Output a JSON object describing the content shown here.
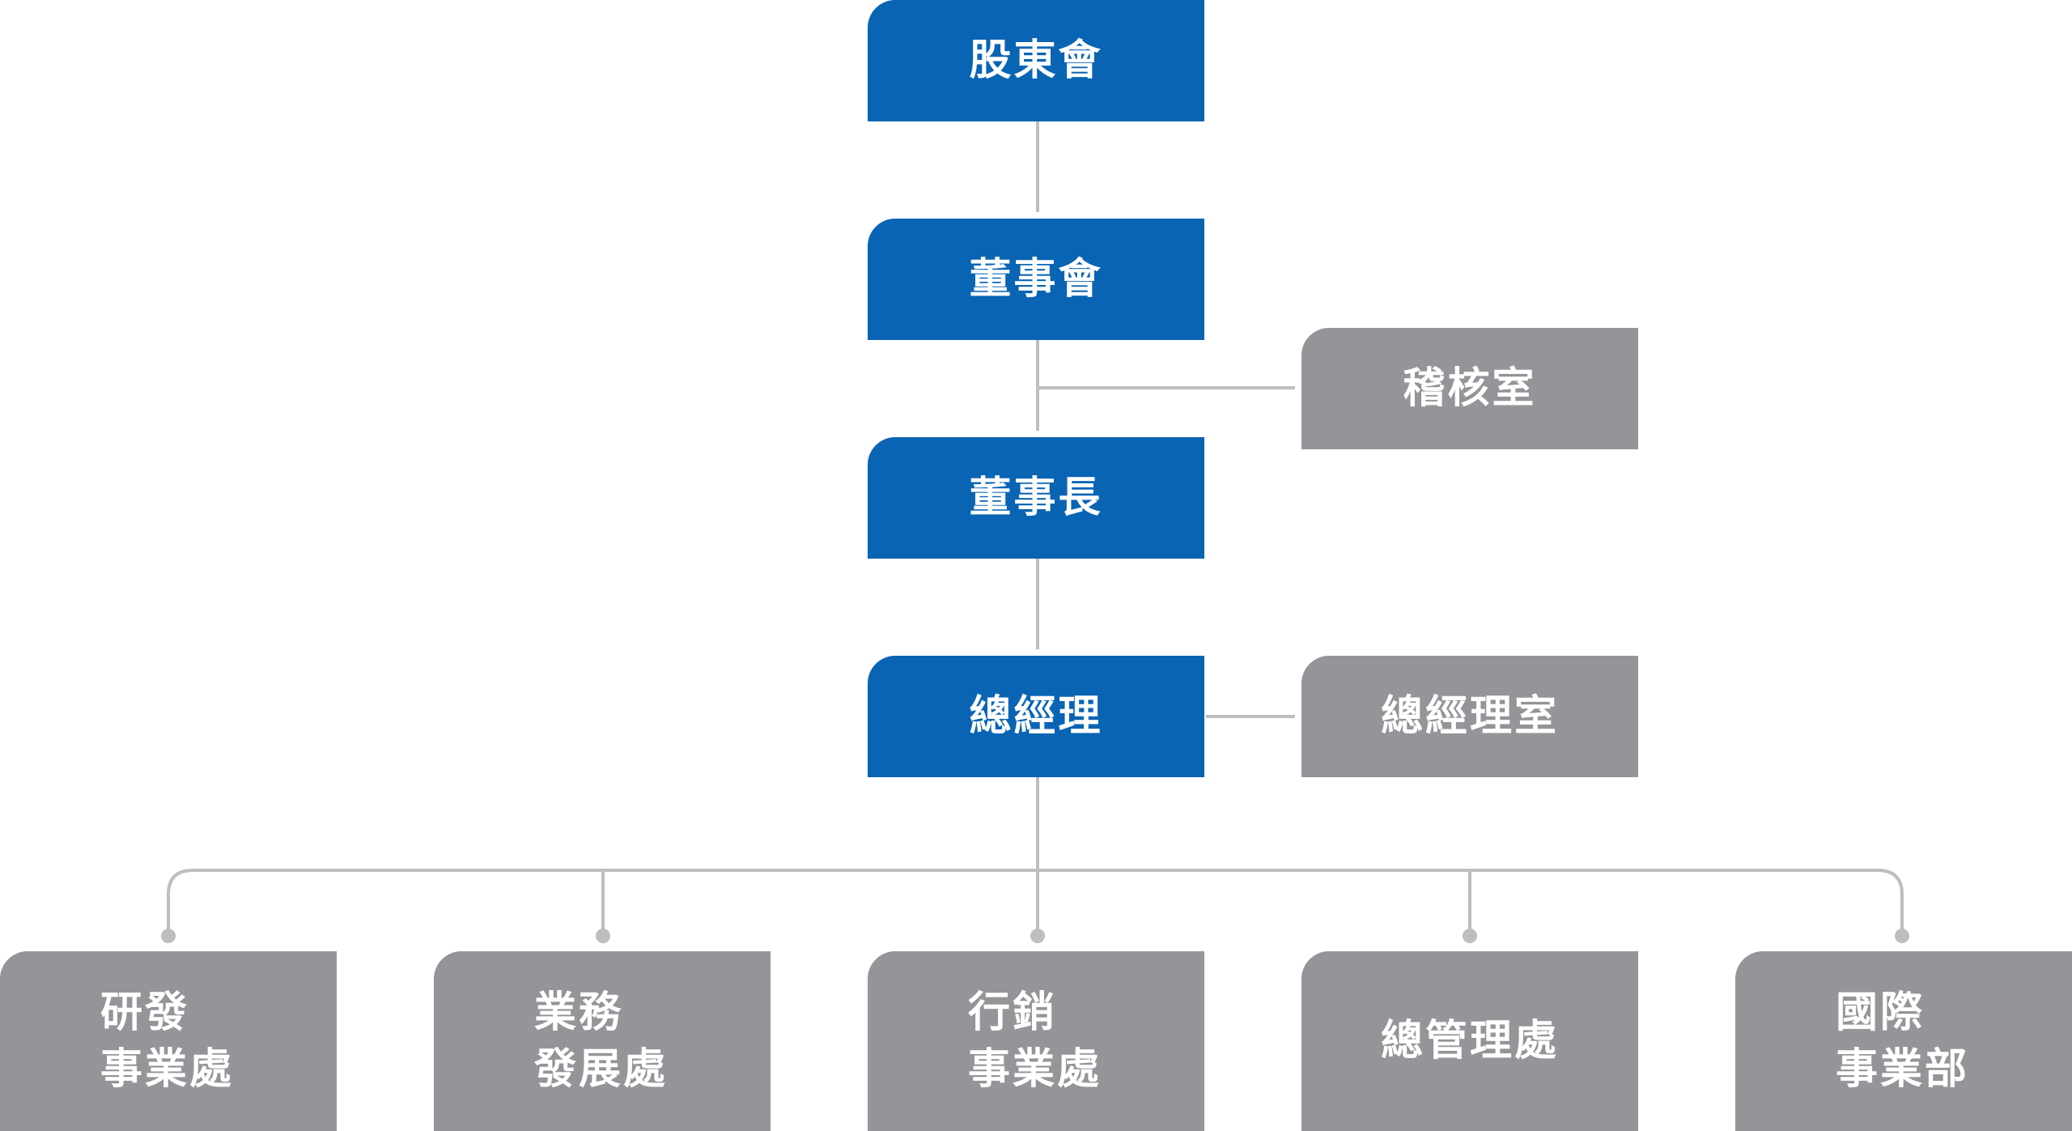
{
  "nodes": {
    "shareholders": "股東會",
    "board": "董事會",
    "audit": "稽核室",
    "chairman": "董事長",
    "gm": "總經理",
    "gm_office": "總經理室",
    "rd": [
      "研發",
      "事業處"
    ],
    "biz_dev": [
      "業務",
      "發展處"
    ],
    "marketing": [
      "行銷",
      "事業處"
    ],
    "admin": "總管理處",
    "intl": [
      "國際",
      "事業部"
    ]
  },
  "colors": {
    "primary": "#0a64b4",
    "secondary": "#939598",
    "connector": "#bcbec0",
    "text": "#ffffff"
  }
}
